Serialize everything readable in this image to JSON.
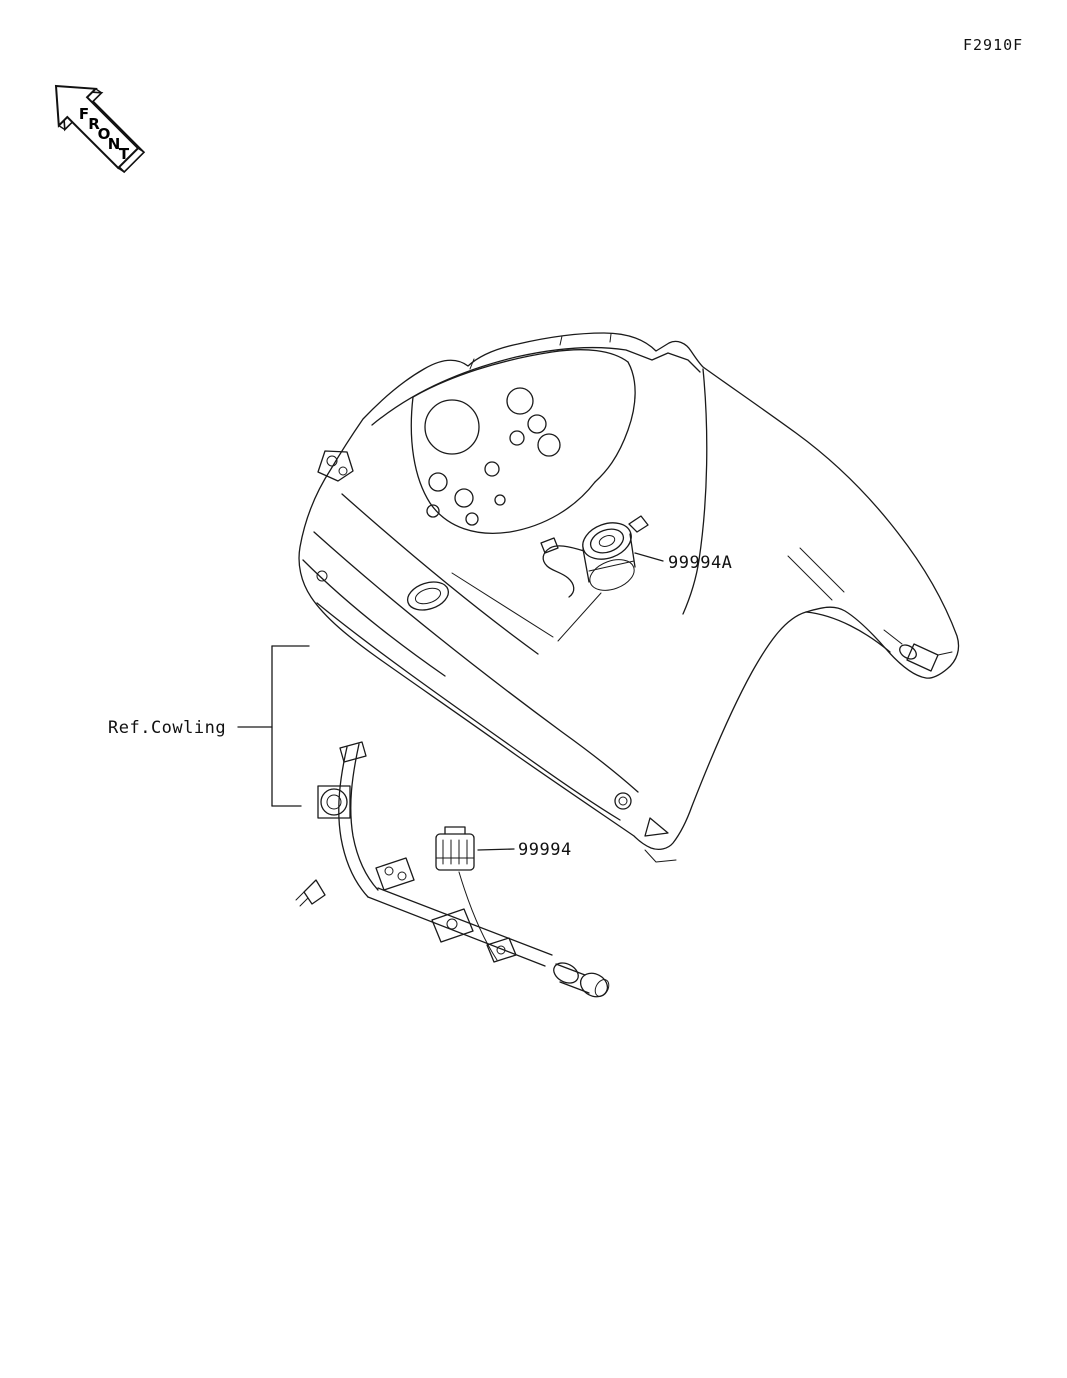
{
  "page": {
    "figure_code": "F2910F",
    "front_label": "FRONT",
    "front_letters": [
      "F",
      "R",
      "O",
      "N",
      "T"
    ],
    "background_color": "#ffffff",
    "line_color": "#1a1a1a"
  },
  "diagram": {
    "labels": {
      "ref_cowling": "Ref.Cowling",
      "part_a": "99994A",
      "part_b": "99994"
    }
  }
}
